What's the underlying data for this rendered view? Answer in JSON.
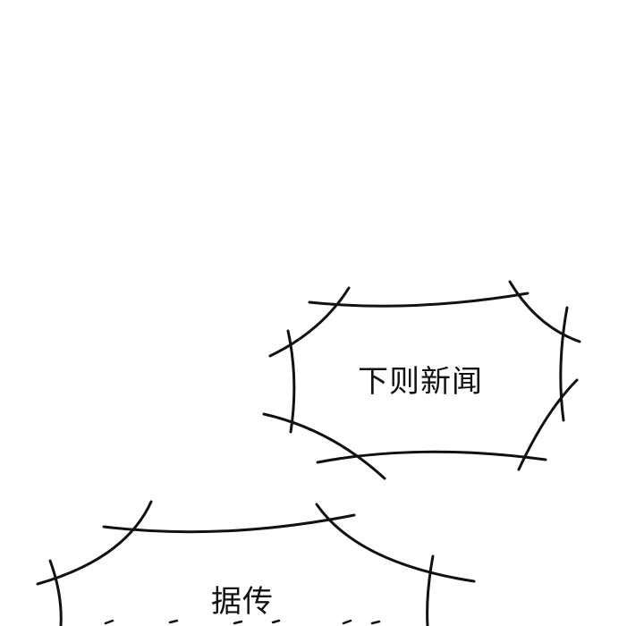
{
  "panel": {
    "background": "#ffffff",
    "stroke_color": "#111111"
  },
  "bubbles": [
    {
      "id": "upper-right",
      "text": "下则新闻"
    },
    {
      "id": "lower-left",
      "text": "据传"
    }
  ]
}
